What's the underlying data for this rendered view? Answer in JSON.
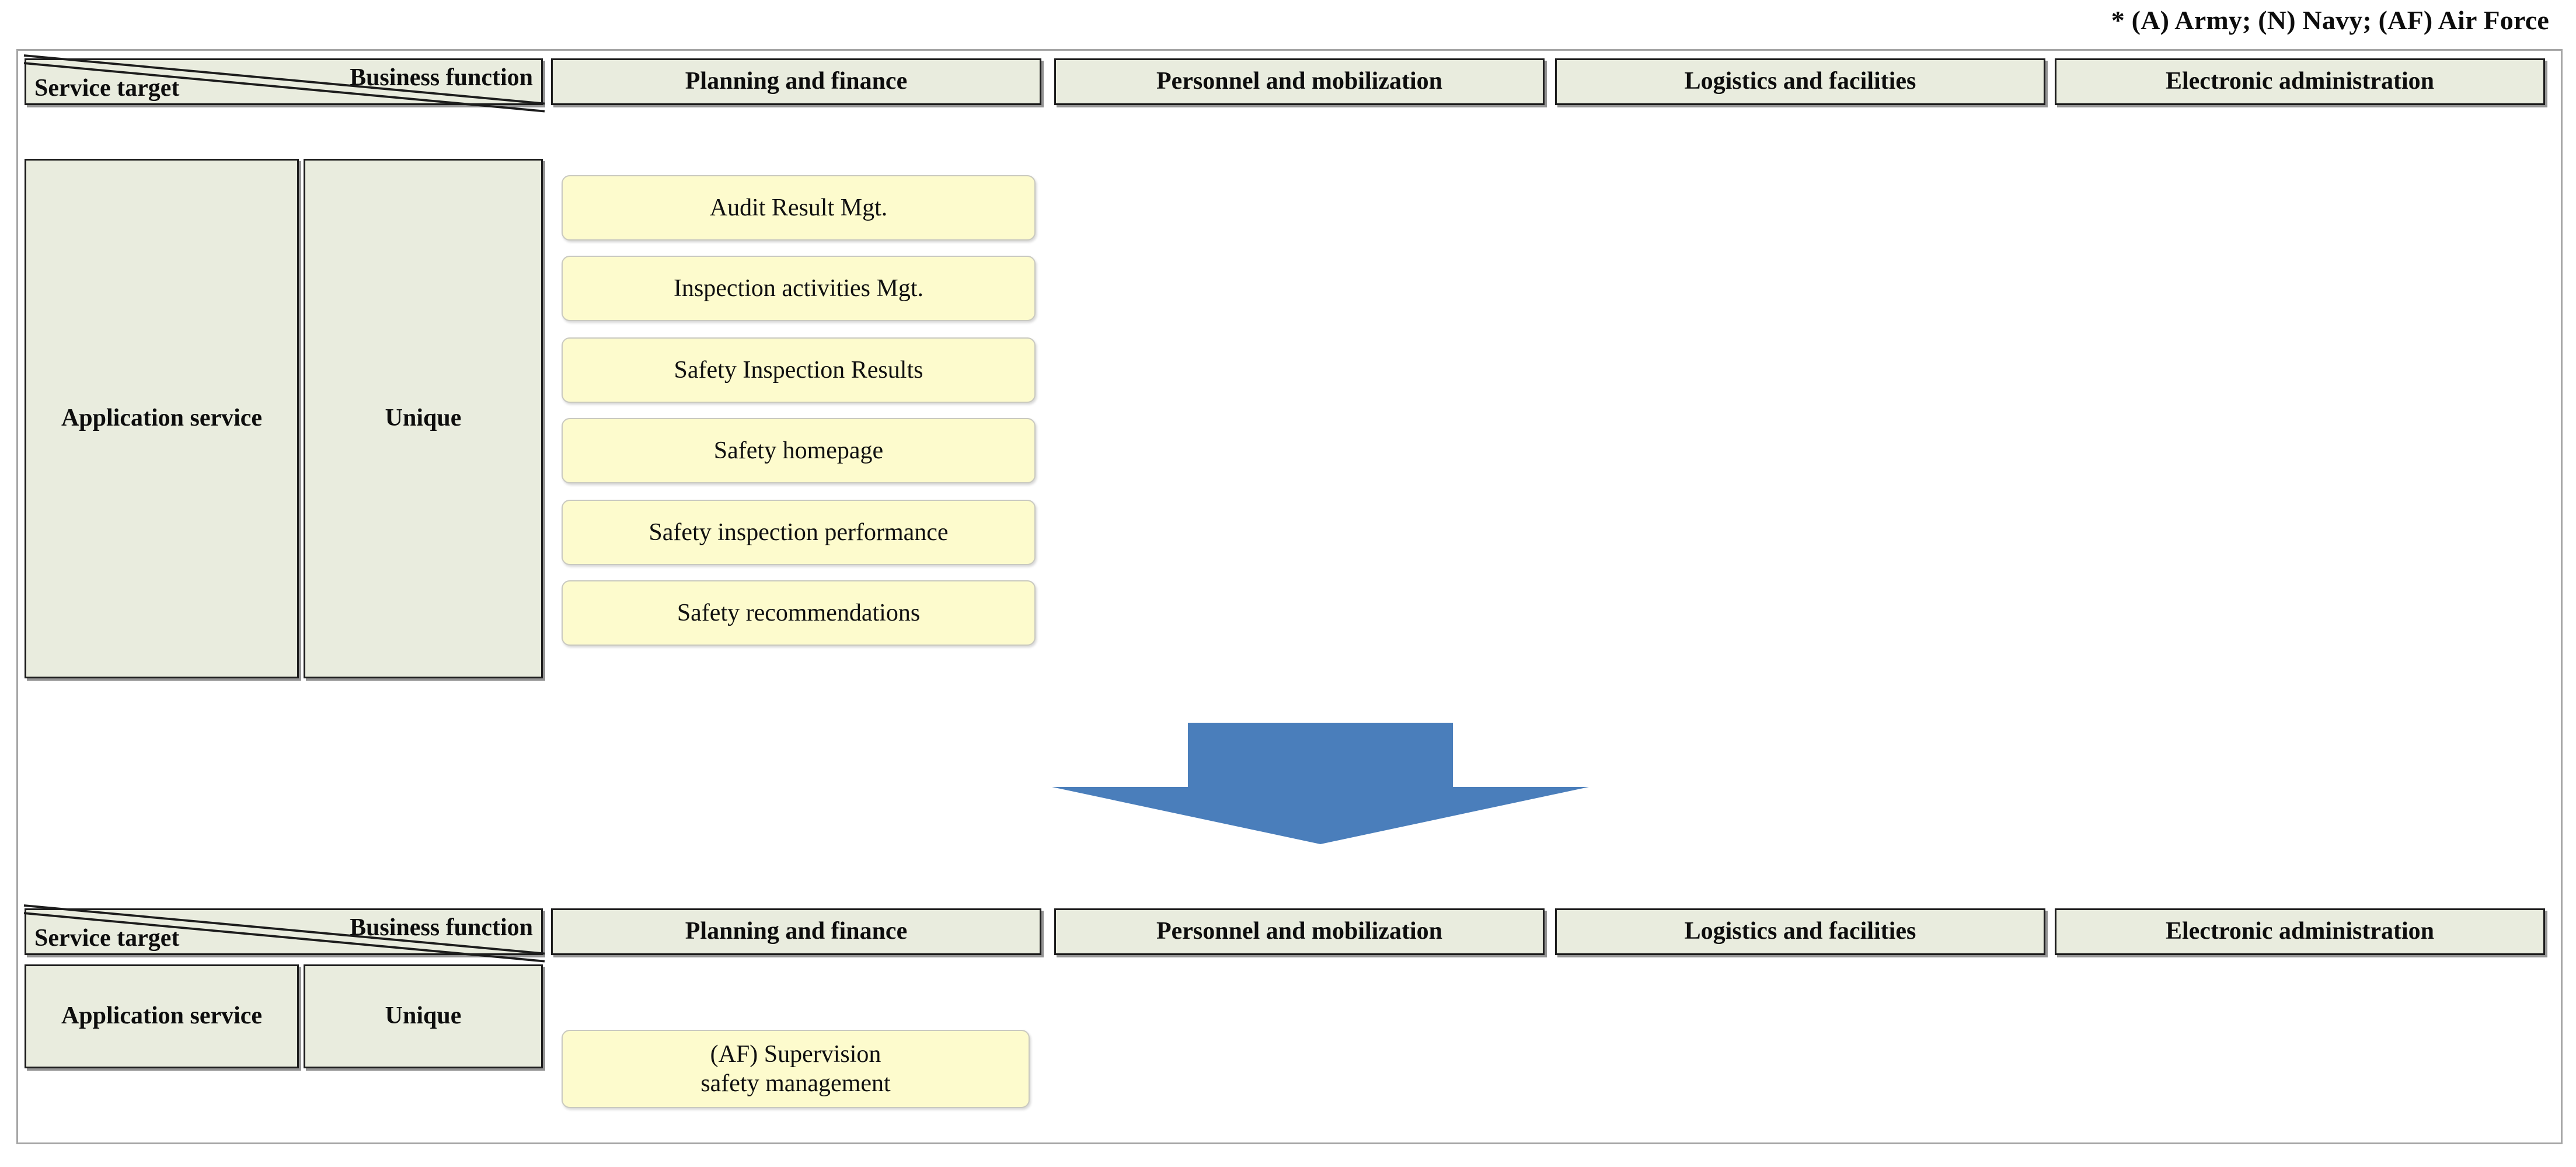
{
  "legend": {
    "note": "* (A) Army; (N) Navy; (AF) Air Force"
  },
  "colors": {
    "header_cell_fill": "#e9ecde",
    "item_box_fill": "#fdfbcd",
    "item_box_border": "#c9c9c0",
    "cell_border": "#1c1c1c",
    "arrow_fill": "#4a7ebb",
    "frame_border": "#a6a6a6",
    "text": "#0d0d0d"
  },
  "corner_header": {
    "business_function_label": "Business function",
    "service_target_label": "Service target"
  },
  "business_functions": [
    "Planning and finance",
    "Personnel and mobilization",
    "Logistics and facilities",
    "Electronic administration"
  ],
  "service_target": {
    "category": "Application service",
    "subcategory": "Unique"
  },
  "before_table": {
    "items": [
      "Audit Result Mgt.",
      "Inspection activities Mgt.",
      "Safety Inspection Results",
      "Safety homepage",
      "Safety inspection performance",
      "Safety recommendations"
    ]
  },
  "after_table": {
    "items": [
      {
        "line1": "(AF) Supervision",
        "line2": "safety management"
      }
    ]
  },
  "arrow": {
    "direction": "down"
  }
}
